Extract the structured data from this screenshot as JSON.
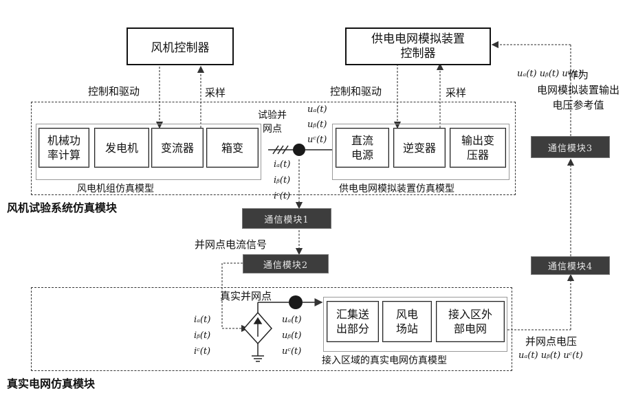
{
  "controllers": {
    "wind_controller": "风机控制器",
    "grid_sim_controller": "供电电网模拟装置\n控制器"
  },
  "labels": {
    "ctrl_drive_left": "控制和驱动",
    "sample_left": "采样",
    "ctrl_drive_right": "控制和驱动",
    "sample_right": "采样",
    "test_pcc": "试验并\n网点",
    "pcc_current_signal": "并网点电流信号",
    "real_pcc": "真实并网点",
    "pcc_voltage": "并网点电压",
    "voltage_ref_note": "作为\n电网模拟装置输出\n电压参考值"
  },
  "wind_turbine_blocks": [
    "机械功\n率计算",
    "发电机",
    "变流器",
    "箱变"
  ],
  "wind_turbine_group": "风电机组仿真模型",
  "grid_sim_blocks": [
    "直流\n电源",
    "逆变器",
    "输出变\n压器"
  ],
  "grid_sim_group": "供电电网模拟装置仿真模型",
  "real_grid_blocks": [
    "汇集送\n出部分",
    "风电\n场站",
    "接入区外\n部电网"
  ],
  "real_grid_group": "接入区域的真实电网仿真模型",
  "modules": {
    "wind_test_module": "风机试验系统仿真模块",
    "real_grid_module": "真实电网仿真模块"
  },
  "comm_modules": {
    "comm1": "通信模块1",
    "comm2": "通信模块2",
    "comm3": "通信模块3",
    "comm4": "通信模块4"
  },
  "symbols": {
    "ua": "uₐ(t)",
    "ub": "uᵦ(t)",
    "uc": "uᶜ(t)",
    "ia": "iₐ(t)",
    "ib": "iᵦ(t)",
    "ic": "iᶜ(t)",
    "uabc_line": "uₐ(t) uᵦ(t) uᶜ(t)"
  }
}
